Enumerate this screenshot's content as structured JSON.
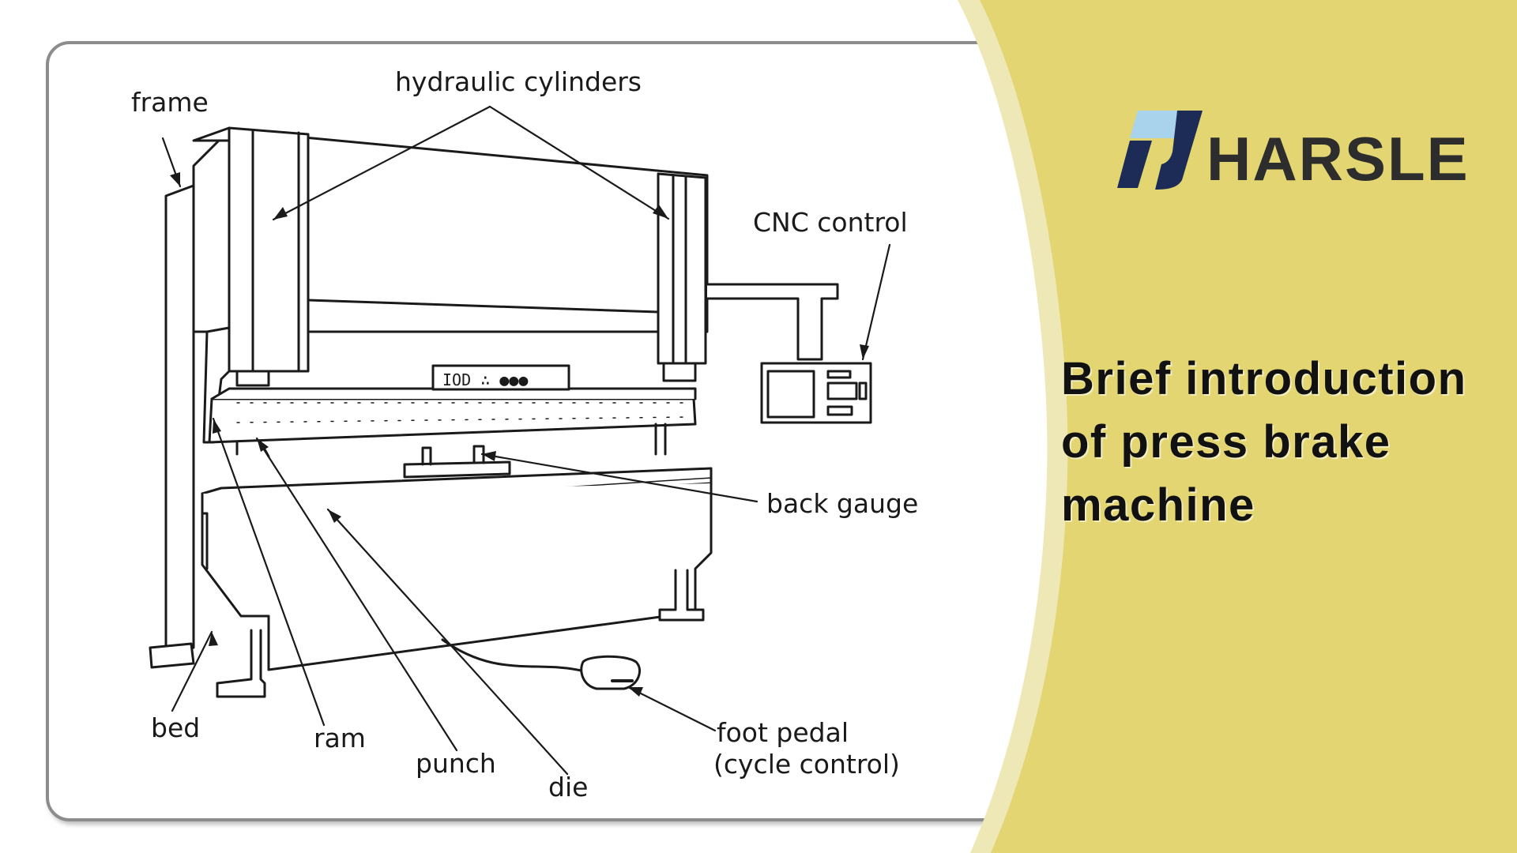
{
  "brand": {
    "name": "HARSLE",
    "panel_color": "#e2d572",
    "stripe_color": "#ede8b6",
    "logo_dark": "#1d2b57",
    "logo_light": "#a9d3ec"
  },
  "headline": {
    "line1": "Brief introduction",
    "line2": "of press brake",
    "line3": "machine"
  },
  "diagram": {
    "labels": {
      "frame": "frame",
      "hydraulic_cylinders": "hydraulic cylinders",
      "cnc_control": "CNC control",
      "back_gauge": "back gauge",
      "bed": "bed",
      "ram": "ram",
      "punch": "punch",
      "die": "die",
      "foot_pedal_1": "foot pedal",
      "foot_pedal_2": "(cycle control)"
    },
    "ram_panel_text": "IOD ∴  ●●●"
  }
}
